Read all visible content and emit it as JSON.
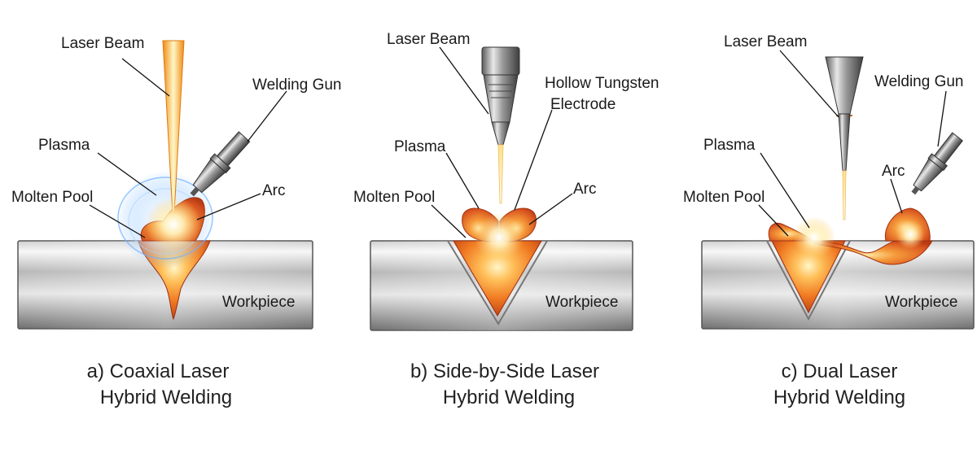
{
  "panels": [
    {
      "labels": {
        "laser_beam": "Laser Beam",
        "welding_gun": "Welding Gun",
        "plasma": "Plasma",
        "arc": "Arc",
        "molten_pool": "Molten Pool",
        "workpiece": "Workpiece"
      },
      "caption_line1": "a) Coaxial Laser",
      "caption_line2": "Hybrid Welding"
    },
    {
      "labels": {
        "laser_beam": "Laser Beam",
        "electrode_line1": "Hollow Tungsten",
        "electrode_line2": "Electrode",
        "plasma": "Plasma",
        "arc": "Arc",
        "molten_pool": "Molten Pool",
        "workpiece": "Workpiece"
      },
      "caption_line1": "b) Side-by-Side Laser",
      "caption_line2": "Hybrid Welding"
    },
    {
      "labels": {
        "laser_beam": "Laser Beam",
        "welding_gun": "Welding Gun",
        "plasma": "Plasma",
        "arc": "Arc",
        "molten_pool": "Molten Pool",
        "workpiece": "Workpiece"
      },
      "caption_line1": "c) Dual Laser",
      "caption_line2": "Hybrid Welding"
    }
  ],
  "colors": {
    "steel_light": "#f2f2f2",
    "steel_dark": "#8a8a8a",
    "molten_core": "#ffe9a0",
    "molten_orange": "#f08a2a",
    "molten_red": "#c8401a",
    "plasma_glow": "#9fd0ff",
    "beam_core": "#fff5c0",
    "beam_orange": "#f5a020"
  }
}
